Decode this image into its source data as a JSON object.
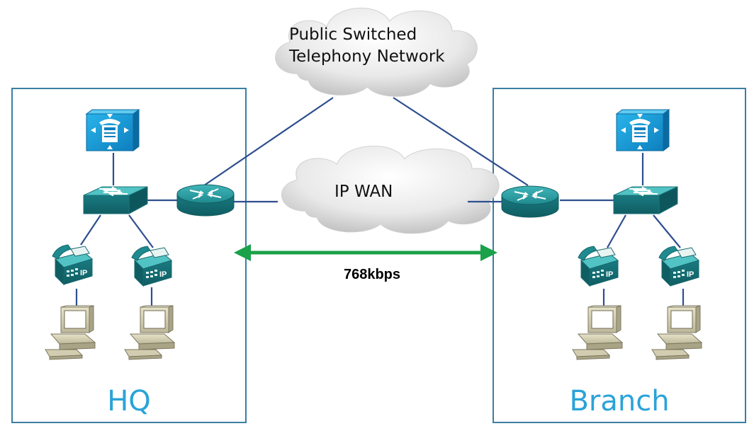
{
  "clouds": {
    "pstn": {
      "line1": "Public Switched",
      "line2": "Telephony Network"
    },
    "wan": {
      "label": "IP WAN"
    }
  },
  "link": {
    "bandwidth": "768kbps"
  },
  "sites": {
    "hq": {
      "label": "HQ"
    },
    "branch": {
      "label": "Branch"
    }
  },
  "icons": {
    "call_manager": "call-manager-icon",
    "switch": "switch-icon",
    "router": "router-icon",
    "ip_phone": "ip-phone-icon",
    "workstation": "workstation-icon",
    "cloud": "cloud-icon"
  },
  "colors": {
    "box_border": "#3b7ea1",
    "site_label": "#2aa3d8",
    "device_teal": "#1f8a8f",
    "link_line": "#2e4e8e",
    "bandwidth_arrow": "#1aa14a"
  }
}
